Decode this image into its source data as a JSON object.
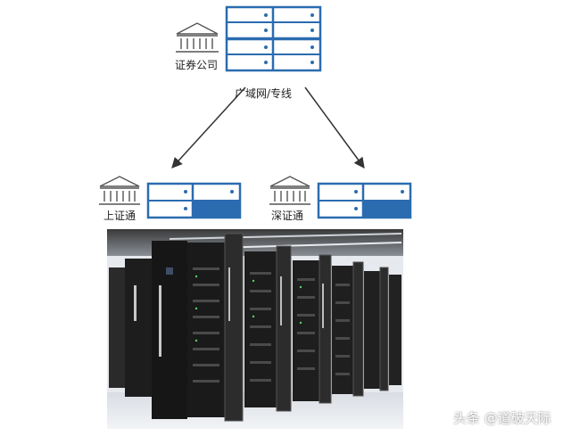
{
  "colors": {
    "accent": "#2b6cb0",
    "dark": "#1f1f1f",
    "text": "#222222"
  },
  "nodes": {
    "broker": {
      "label": "证券公司",
      "icon": "bank-icon"
    },
    "shanghai": {
      "label": "上证通",
      "icon": "bank-icon"
    },
    "shenzhen": {
      "label": "深证通",
      "icon": "bank-icon"
    }
  },
  "network_label": "广域网/专线",
  "watermark": "头条 @道破天际"
}
